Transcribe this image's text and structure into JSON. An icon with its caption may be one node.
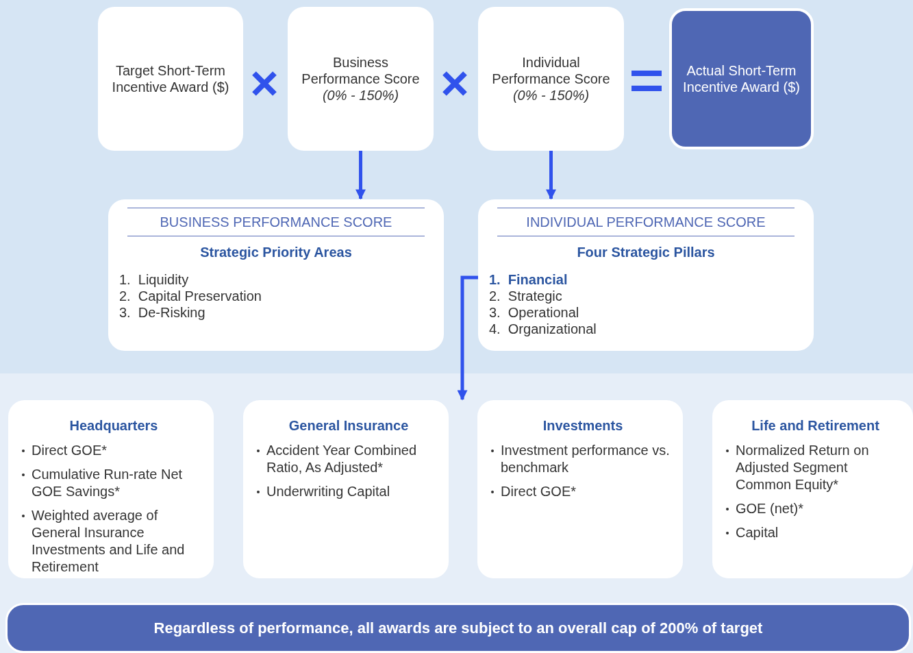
{
  "diagram": {
    "nodes": [
      {
        "text": [
          "Target Short-Term Incentive Award ($)"
        ]
      },
      {
        "text": [
          "Business Performance Score",
          "(0% - 150%)"
        ]
      },
      {
        "text": [
          "Individual Performance Score",
          "(0% - 150%)"
        ]
      },
      {
        "text": [
          "Actual Short-Term Incentive Award ($)"
        ]
      },
      {
        "text": [
          "BUSINESS PERFORMANCE SCORE",
          "Strategic Priority Areas",
          "1.  Liquidity",
          "2.  Capital Preservation",
          "3.  De-Risking"
        ]
      },
      {
        "text": [
          "INDIVIDUAL PERFORMANCE SCORE",
          "Four Strategic Pillars",
          "**1.  Financial**",
          "2.  Strategic",
          "3.  Operational",
          "4.  Organizational"
        ]
      },
      {
        "text": [
          "Headquarters",
          "Direct GOE*",
          "Cumulative Run-rate Net GOE Savings*",
          "Weighted average of General Insurance Investments and Life and Retirement"
        ]
      },
      {
        "text": [
          "General Insurance",
          "Accident Year Combined Ratio, As Adjusted*",
          "Underwriting Capital"
        ]
      },
      {
        "text": [
          "Investments",
          "Investment performance vs. benchmark",
          "Direct GOE*"
        ]
      },
      {
        "text": [
          "Life and Retirement",
          "Normalized Return on Adjusted Segment Common Equity*",
          "GOE (net)*",
          "Capital"
        ]
      },
      {
        "text": [
          "Regardless of performance, all awards are subject to an overall cap of 200% of target"
        ]
      }
    ],
    "edges": [
      {
        "from": 1,
        "to": 4,
        "arrow": "to"
      },
      {
        "from": 2,
        "to": 5,
        "arrow": "to"
      },
      {
        "from": 5,
        "to": 7,
        "arrow": "to"
      }
    ]
  }
}
